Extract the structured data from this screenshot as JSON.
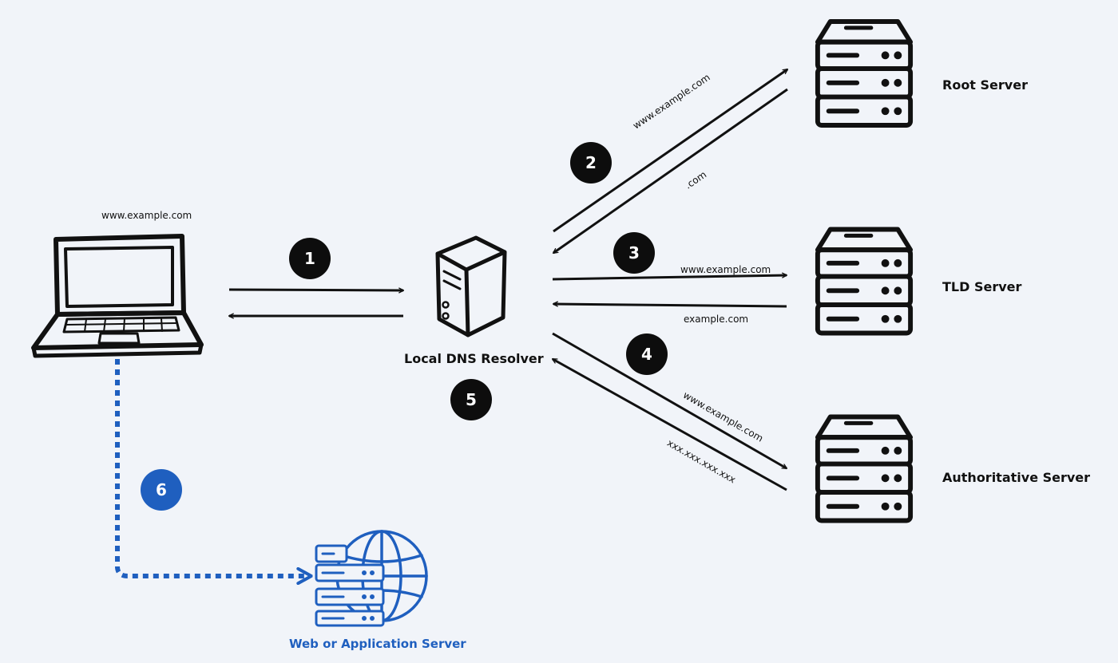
{
  "client": {
    "query_label": "www.example.com"
  },
  "resolver": {
    "label": "Local DNS Resolver"
  },
  "servers": {
    "root": {
      "label": "Root Server"
    },
    "tld": {
      "label": "TLD Server"
    },
    "authoritative": {
      "label": "Authoritative Server"
    },
    "web": {
      "label": "Web or Application Server"
    }
  },
  "steps": {
    "s1": "1",
    "s2": "2",
    "s3": "3",
    "s4": "4",
    "s5": "5",
    "s6": "6"
  },
  "messages": {
    "root_request": "www.example.com",
    "root_response": ".com",
    "tld_request": "www.example.com",
    "tld_response": "example.com",
    "auth_request": "www.example.com",
    "auth_response": "xxx.xxx.xxx.xxx"
  },
  "colors": {
    "background": "#f1f4f9",
    "ink": "#111111",
    "accent": "#1f5fbf",
    "badge": "#0d0d0d"
  },
  "icons": {
    "client": "laptop-icon",
    "resolver": "tower-server-icon",
    "dns_servers": "server-rack-icon",
    "web": "globe-server-icon"
  }
}
